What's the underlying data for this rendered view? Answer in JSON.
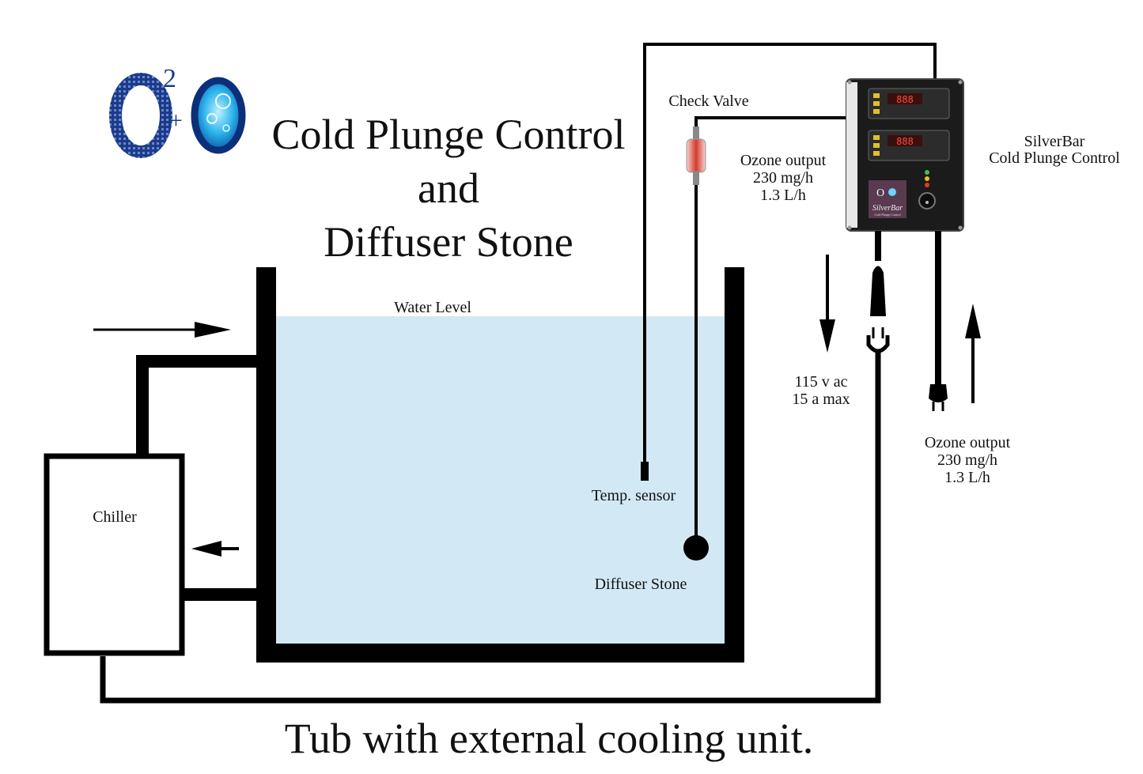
{
  "title_lines": [
    "Cold Plunge Control",
    "and",
    "Diffuser Stone"
  ],
  "logo": {
    "base": "O",
    "superscript": "2",
    "plus": "+",
    "right": "O"
  },
  "labels": {
    "water_level": "Water Level",
    "check_valve": "Check Valve",
    "ozone_output_left": [
      "Ozone output",
      "230 mg/h",
      "1.3 L/h"
    ],
    "controller_name": [
      "SilverBar",
      "Cold Plunge Control"
    ],
    "power": [
      "115 v ac",
      "15 a max"
    ],
    "ozone_output_right": [
      "Ozone output",
      "230 mg/h",
      "1.3 L/h"
    ],
    "chiller": "Chiller",
    "temp_sensor": "Temp. sensor",
    "diffuser_stone": "Diffuser Stone",
    "device_brand": "SilverBar",
    "device_subbrand": "Cold Plunge Control"
  },
  "footer": "Tub with external cooling unit.",
  "colors": {
    "water": "#d2e8f5",
    "line": "#000000",
    "logo_blue": "#1a3b8c",
    "logo_cyan": "#2fb6ee",
    "valve_red": "#d33a2c",
    "controller_body": "#1b1b1b"
  }
}
